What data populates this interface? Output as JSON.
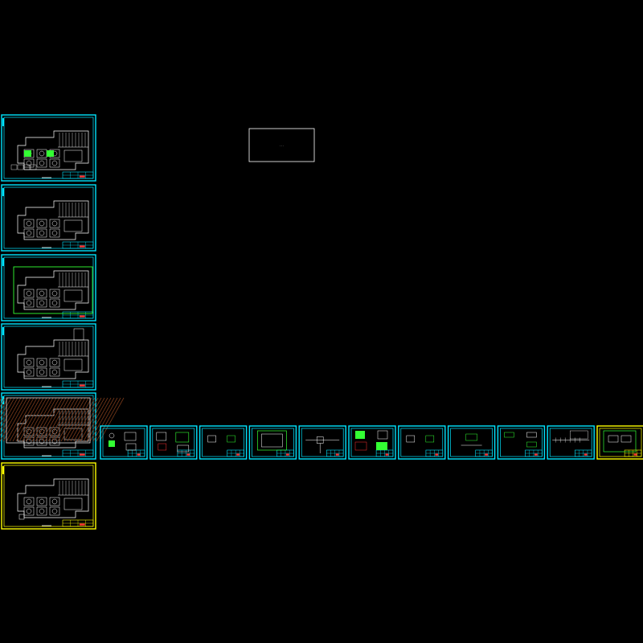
{
  "app": {
    "background": "#000000"
  },
  "colors": {
    "frame_default": "#00e5ff",
    "frame_selected": "#ffff00",
    "line_white": "#ffffff",
    "line_green": "#33ff33",
    "line_red": "#ff3333",
    "hatch_brown": "#7a3a1a",
    "label_white": "#ffffff"
  },
  "title_box": {
    "text": "...",
    "icon": "text-label"
  },
  "left_sheets": [
    {
      "id": "plan-1",
      "variant": "plan-green-fill",
      "selected": false
    },
    {
      "id": "plan-2",
      "variant": "plan-outline",
      "selected": false
    },
    {
      "id": "plan-3",
      "variant": "plan-green-border",
      "selected": false
    },
    {
      "id": "plan-4",
      "variant": "plan-outline-tower",
      "selected": false
    },
    {
      "id": "plan-5",
      "variant": "plan-hatched",
      "selected": false
    },
    {
      "id": "plan-6",
      "variant": "plan-partial",
      "selected": true
    }
  ],
  "bottom_sheets": [
    {
      "id": "detail-1",
      "variant": "detail-mixed",
      "selected": false
    },
    {
      "id": "detail-2",
      "variant": "detail-boxes",
      "selected": false
    },
    {
      "id": "detail-3",
      "variant": "detail-sparse",
      "selected": false
    },
    {
      "id": "detail-4",
      "variant": "detail-frame",
      "selected": false
    },
    {
      "id": "detail-5",
      "variant": "detail-section",
      "selected": false
    },
    {
      "id": "detail-6",
      "variant": "detail-colored",
      "selected": false
    },
    {
      "id": "detail-7",
      "variant": "detail-sparse",
      "selected": false
    },
    {
      "id": "detail-8",
      "variant": "detail-small",
      "selected": false
    },
    {
      "id": "detail-9",
      "variant": "detail-pairs",
      "selected": false
    },
    {
      "id": "detail-10",
      "variant": "detail-elevation",
      "selected": false
    },
    {
      "id": "detail-11",
      "variant": "detail-frame-green",
      "selected": true
    }
  ]
}
